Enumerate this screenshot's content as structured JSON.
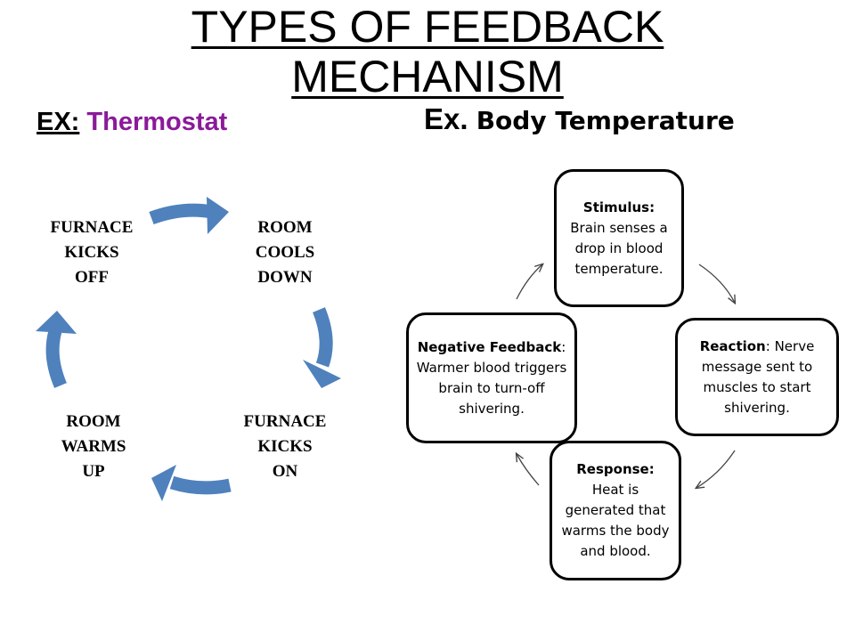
{
  "title": "TYPES OF FEEDBACK MECHANISM",
  "left_example": {
    "prefix": "EX:",
    "name": "Thermostat"
  },
  "right_example": {
    "prefix": "Ex.",
    "name": "Body Temperature"
  },
  "thermostat_cycle": {
    "steps": [
      "ROOM\nCOOLS\nDOWN",
      "FURNACE\nKICKS\nON",
      "ROOM\nWARMS\nUP",
      "FURNACE\nKICKS\nOFF"
    ]
  },
  "body_cycle": {
    "stimulus": {
      "heading": "Stimulus:",
      "text": "Brain senses a drop in blood temperature."
    },
    "reaction": {
      "heading": "Reaction",
      "text": ": Nerve message sent to muscles to start shivering."
    },
    "response": {
      "heading": "Response:",
      "text": "Heat is generated that warms the body and blood."
    },
    "negative": {
      "heading": "Negative Feedback",
      "text": ": Warmer blood triggers brain to turn-off shivering."
    }
  },
  "colors": {
    "arrow_blue": "#4f81bd",
    "thermostat_purple": "#8b1a9a"
  }
}
